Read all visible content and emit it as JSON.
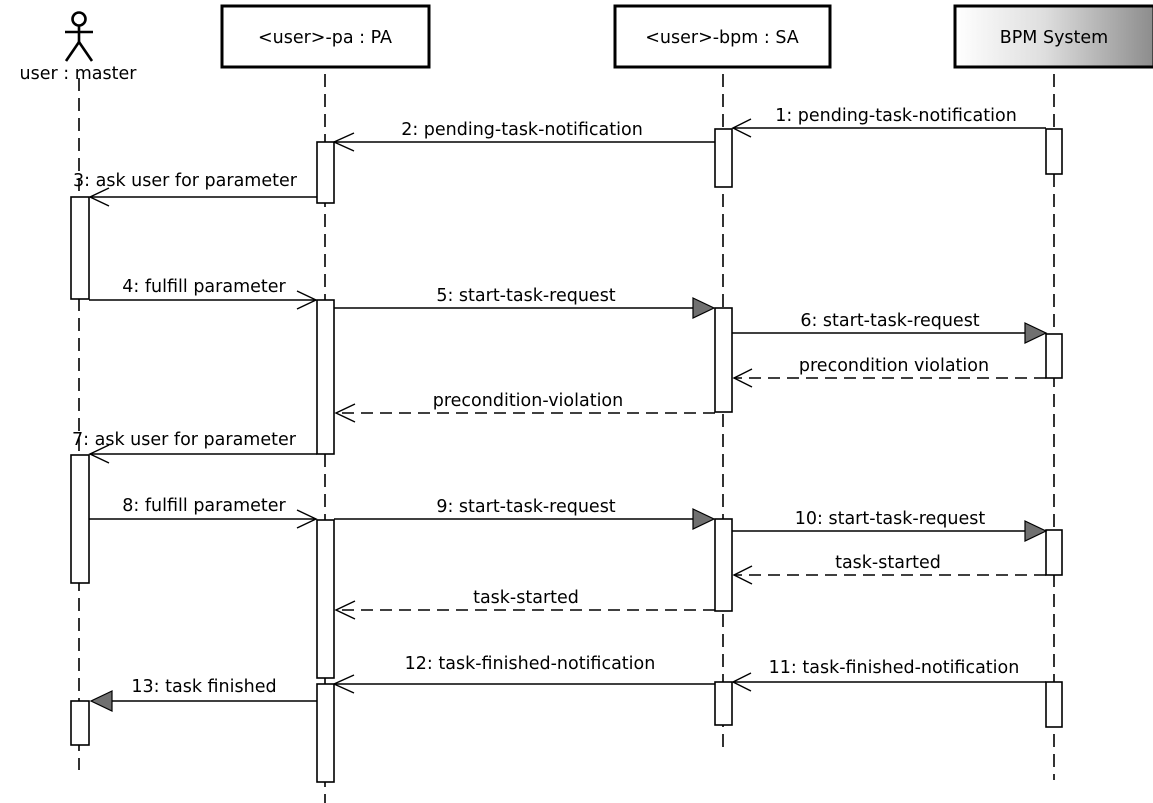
{
  "participants": {
    "actor": "user : master",
    "pa": "<user>-pa : PA",
    "sa": "<user>-bpm : SA",
    "bpm": "BPM System"
  },
  "messages": {
    "m1": "1: pending-task-notification",
    "m2": "2: pending-task-notification",
    "m3": "3: ask user for parameter",
    "m4": "4: fulfill parameter",
    "m5": "5: start-task-request",
    "m6": "6: start-task-request",
    "r1": "precondition violation",
    "r2": "precondition-violation",
    "m7": "7: ask user for parameter",
    "m8": "8: fulfill parameter",
    "m9": "9: start-task-request",
    "m10": "10: start-task-request",
    "r3": "task-started",
    "r4": "task-started",
    "m11": "11: task-finished-notification",
    "m12": "12: task-finished-notification",
    "m13": "13: task finished"
  },
  "colors": {
    "line": "#000000",
    "arrow_fill": "#707070",
    "bpm_gradient_start": "#ffffff",
    "bpm_gradient_end": "#8c8c8c"
  }
}
